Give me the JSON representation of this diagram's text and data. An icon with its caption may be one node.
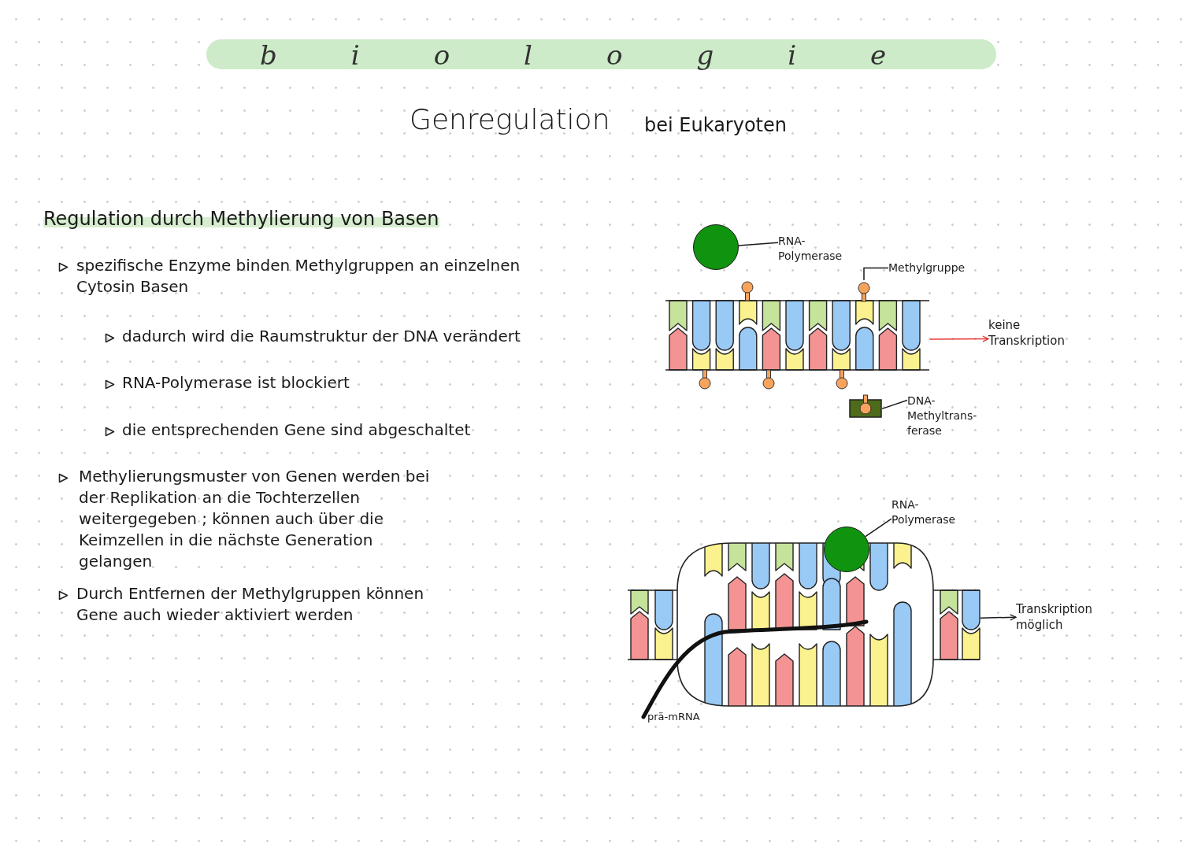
{
  "diagram": {
    "nodes": [
      {
        "text": [
          "RNA- Polymerase"
        ]
      },
      {
        "text": [],
        "shape": "circle"
      },
      {
        "text": [
          "Methylgruppe"
        ]
      },
      {
        "text": [],
        "shape": "circle"
      },
      {
        "text": [
          "DNA- Methyltrans- ferase"
        ]
      },
      {
        "text": [],
        "shape": "box"
      },
      {
        "text": [],
        "shape": "picture"
      },
      {
        "text": [
          "keine Transkription"
        ]
      },
      {
        "text": [
          "RNA- Polymerase"
        ]
      },
      {
        "text": [],
        "shape": "circle"
      },
      {
        "text": [],
        "shape": "picture"
      },
      {
        "text": [
          "Transkription möglich"
        ]
      }
    ],
    "edges": [
      {
        "from": 0,
        "to": 1,
        "arrow": "none"
      },
      {
        "from": 2,
        "to": 3,
        "arrow": "none"
      },
      {
        "from": 4,
        "to": 5,
        "arrow": "none"
      },
      {
        "from": 6,
        "to": 7,
        "arrow": "to",
        "color": "#e53935"
      },
      {
        "from": 8,
        "to": 9,
        "arrow": "none"
      },
      {
        "from": 10,
        "to": 11,
        "arrow": "to"
      }
    ],
    "labels": [
      "biologie",
      "Genregulation",
      "bei Eukaryoten",
      "Regulation durch Methylierung von Basen",
      "spezifische Enzyme binden Methylgruppen an einzelnen Cytosin Basen",
      "dadurch wird die Raumstruktur der DNA verändert",
      "RNA-Polymerase ist blockiert",
      "die entsprechenden Gene sind abgeschaltet",
      "Methylierungsmuster von Genen werden bei der Replikation an die Tochterzellen weitergegeben ; können auch über die Keimzellen in die nächste Generation gelangen",
      "Durch Entfernen der Methylgruppen können Gene auch wieder aktiviert werden",
      "prä-mRNA"
    ]
  }
}
